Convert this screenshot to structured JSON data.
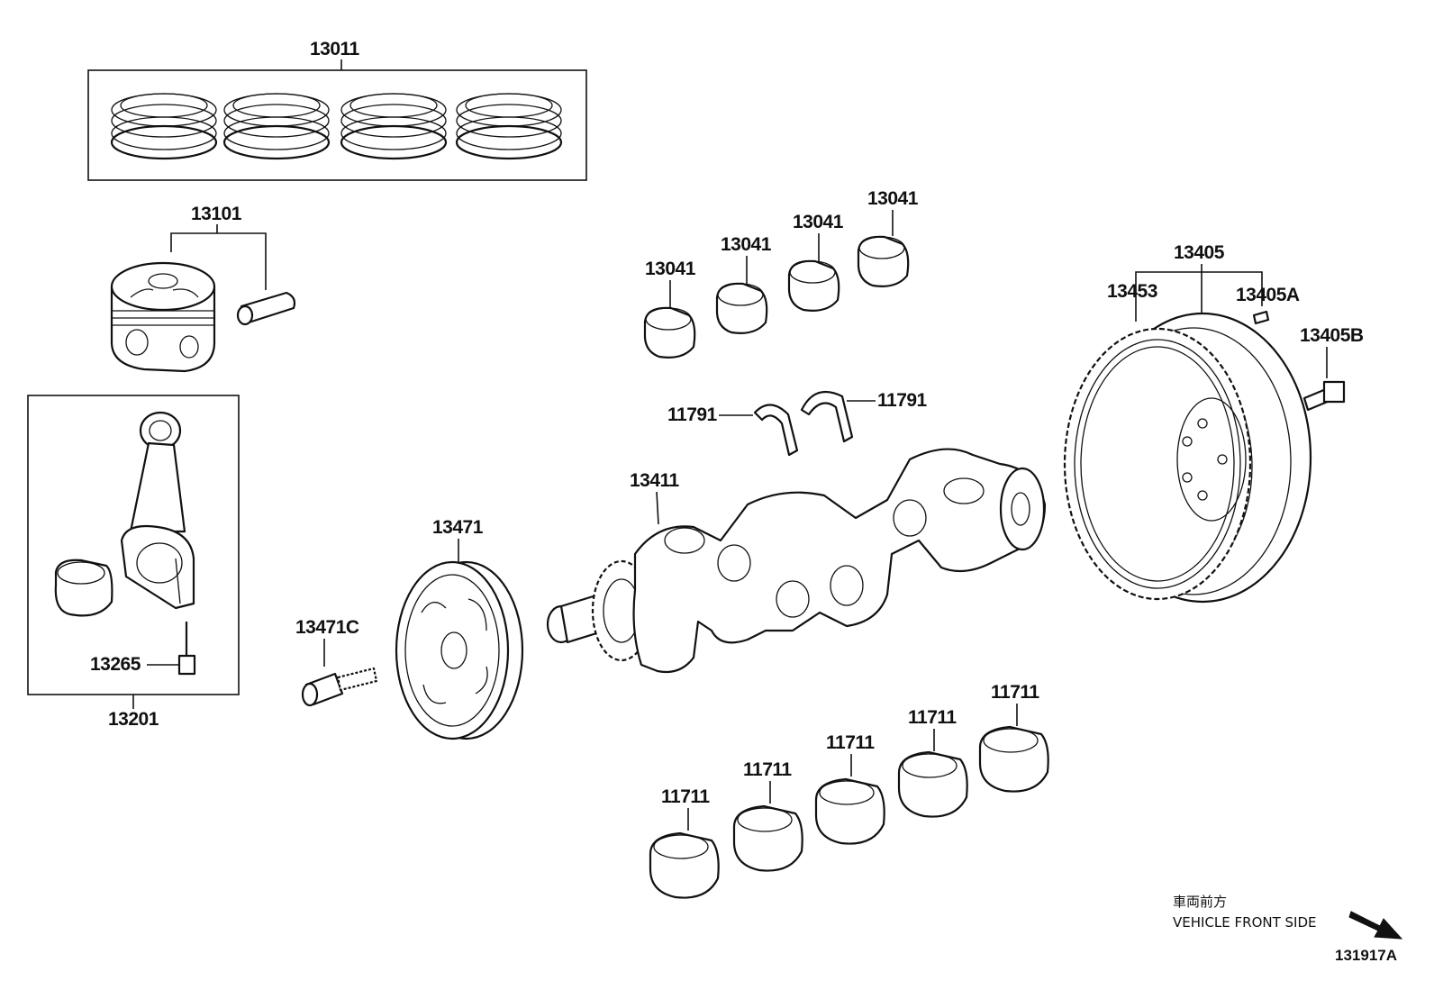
{
  "labels": {
    "piston_ring_set": "13011",
    "piston": "13101",
    "connecting_rod_assy": "13201",
    "rod_bolt": "13265",
    "rod_bearings": [
      "13041",
      "13041",
      "13041",
      "13041"
    ],
    "thrust_washer_left": "11791",
    "thrust_washer_right": "11791",
    "crankshaft": "13411",
    "pulley": "13471",
    "pulley_bolt": "13471C",
    "flywheel": "13405",
    "ring_gear": "13453",
    "flywheel_pin": "13405A",
    "flywheel_bolt": "13405B",
    "main_bearings": [
      "11711",
      "11711",
      "11711",
      "11711",
      "11711"
    ]
  },
  "direction_note": {
    "japanese": "車両前方",
    "english": "VEHICLE FRONT SIDE"
  },
  "figure_number": "131917A"
}
